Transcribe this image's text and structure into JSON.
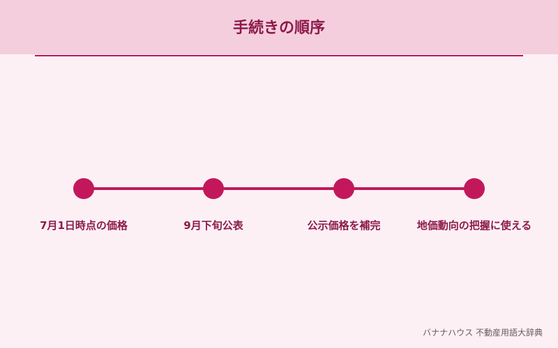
{
  "title": "手続きの順序",
  "steps": [
    {
      "label": "7月1日時点の価格"
    },
    {
      "label": "9月下旬公表"
    },
    {
      "label": "公示価格を補完"
    },
    {
      "label": "地価動向の把握に使える"
    }
  ],
  "footer": "バナナハウス 不動産用語大辞典",
  "colors": {
    "header_bg": "#f5cedd",
    "page_bg": "#fdf0f4",
    "accent": "#c2185b",
    "title_text": "#8c1a4a"
  }
}
